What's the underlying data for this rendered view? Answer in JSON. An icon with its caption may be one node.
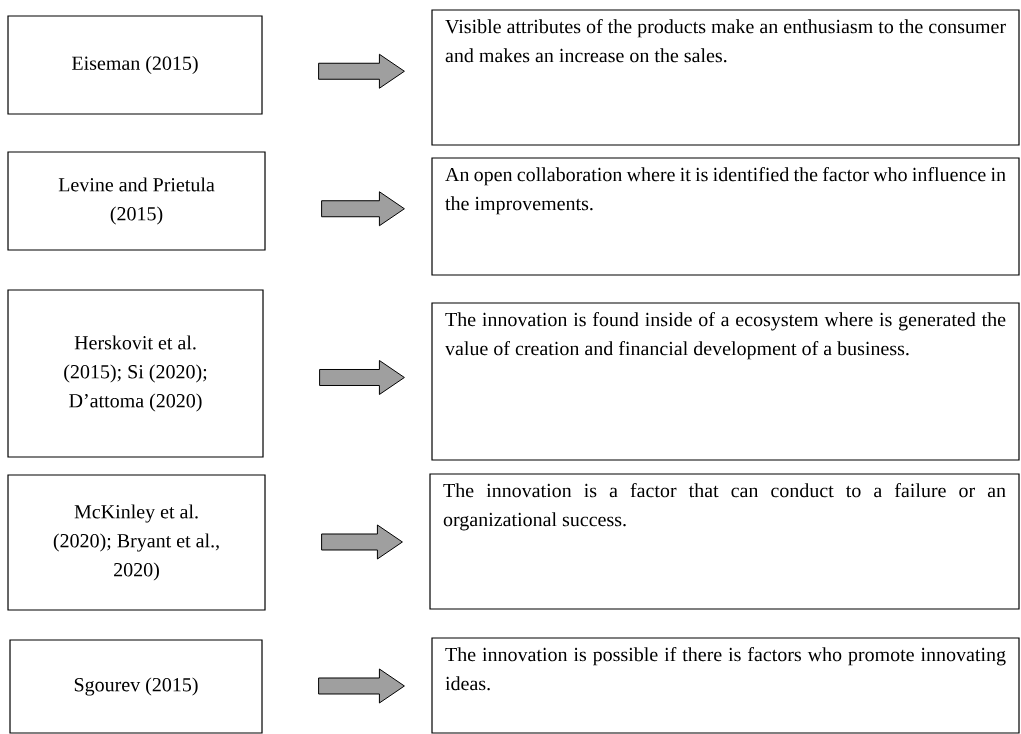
{
  "diagram": {
    "nodes": [
      {
        "text": [
          "Eiseman (2015)"
        ]
      },
      {
        "text": [
          "Visible attributes of the products make an enthusiasm to the consumer and makes an increase on the sales."
        ]
      },
      {
        "text": [
          "Levine and Prietula (2015)"
        ]
      },
      {
        "text": [
          "An open collaboration where it is identified the factor who influence in the improvements."
        ]
      },
      {
        "text": [
          "Herskovit et al. (2015); Si (2020); D’attoma (2020)"
        ]
      },
      {
        "text": [
          "The innovation is found inside of a ecosystem where is generated the value of creation and financial development of a business."
        ]
      },
      {
        "text": [
          "McKinley et al. (2020); Bryant et al., 2020)"
        ]
      },
      {
        "text": [
          "The innovation is a factor that can conduct to a failure or an organizational success."
        ]
      },
      {
        "text": [
          "Sgourev (2015)"
        ]
      },
      {
        "text": [
          "The innovation is possible if there is factors who promote innovating ideas."
        ]
      }
    ],
    "edges": [
      {
        "from": 0,
        "to": 1,
        "arrow": "to"
      },
      {
        "from": 2,
        "to": 3,
        "arrow": "to"
      },
      {
        "from": 4,
        "to": 5,
        "arrow": "to"
      },
      {
        "from": 6,
        "to": 7,
        "arrow": "to"
      },
      {
        "from": 8,
        "to": 9,
        "arrow": "to"
      }
    ]
  }
}
